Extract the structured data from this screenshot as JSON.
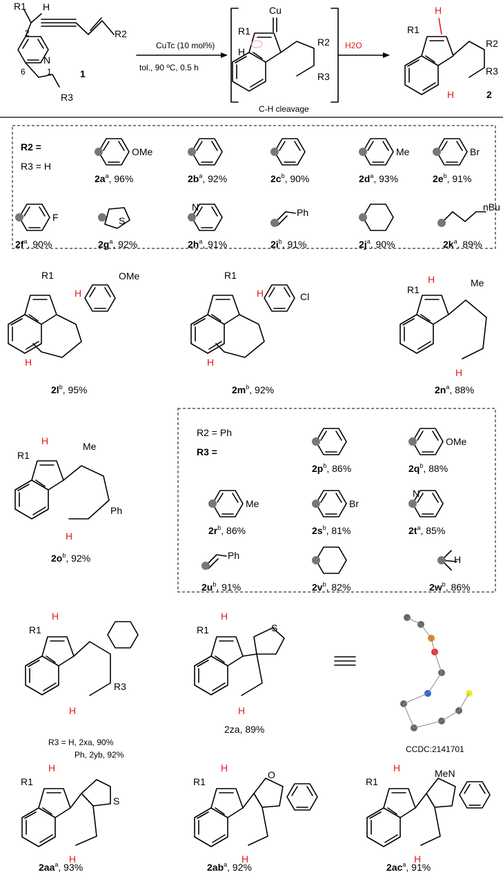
{
  "scheme": {
    "reagent_top": "CuTc (10 mol%)",
    "reagent_bottom": "tol., 90 ºC, 0.5 h",
    "intermediate_caption": "C-H cleavage",
    "step2_reagent": "H2O",
    "compound_1": "1",
    "compound_2": "2",
    "atom_labels": {
      "cu": "Cu",
      "r1": "R1",
      "r2": "R2",
      "r3": "R3",
      "h": "H",
      "n": "N",
      "pos2": "2",
      "pos1": "1",
      "pos6": "6"
    }
  },
  "r2_scope": {
    "header_r2": "R2 =",
    "header_r3": "R3 = H",
    "items": [
      {
        "id": "2a",
        "sup": "a",
        "yield": "96%",
        "sub": "OMe"
      },
      {
        "id": "2b",
        "sup": "a",
        "yield": "92%",
        "sub": ""
      },
      {
        "id": "2c",
        "sup": "b",
        "yield": "90%",
        "sub": ""
      },
      {
        "id": "2d",
        "sup": "a",
        "yield": "93%",
        "sub": "Me"
      },
      {
        "id": "2e",
        "sup": "b",
        "yield": "91%",
        "sub": "Br"
      },
      {
        "id": "2f",
        "sup": "a",
        "yield": "90%",
        "sub": "F"
      },
      {
        "id": "2g",
        "sup": "a",
        "yield": "92%",
        "sub": "S"
      },
      {
        "id": "2h",
        "sup": "a",
        "yield": "91%",
        "sub": "N"
      },
      {
        "id": "2i",
        "sup": "b",
        "yield": "91%",
        "sub": "Ph"
      },
      {
        "id": "2j",
        "sup": "a",
        "yield": "90%",
        "sub": ""
      },
      {
        "id": "2k",
        "sup": "a",
        "yield": "89%",
        "sub": "nBu"
      }
    ]
  },
  "products_row3": [
    {
      "id": "2l",
      "sup": "b",
      "yield": "95%",
      "sub": "OMe"
    },
    {
      "id": "2m",
      "sup": "b",
      "yield": "92%",
      "sub": "Cl"
    },
    {
      "id": "2n",
      "sup": "a",
      "yield": "88%",
      "sub": "Me"
    }
  ],
  "product_2o": {
    "id": "2o",
    "sup": "b",
    "yield": "92%",
    "me": "Me",
    "ph": "Ph"
  },
  "r3_scope": {
    "header_r2": "R2 = Ph",
    "header_r3": "R3 =",
    "items": [
      {
        "id": "2p",
        "sup": "b",
        "yield": "86%",
        "sub": ""
      },
      {
        "id": "2q",
        "sup": "b",
        "yield": "88%",
        "sub": "OMe"
      },
      {
        "id": "2r",
        "sup": "b",
        "yield": "86%",
        "sub": "Me"
      },
      {
        "id": "2s",
        "sup": "b",
        "yield": "81%",
        "sub": "Br"
      },
      {
        "id": "2t",
        "sup": "a",
        "yield": "85%",
        "sub": "N"
      },
      {
        "id": "2u",
        "sup": "b",
        "yield": "91%",
        "sub": "Ph"
      },
      {
        "id": "2v",
        "sup": "b",
        "yield": "82%",
        "sub": ""
      },
      {
        "id": "2w",
        "sup": "b",
        "yield": "86%",
        "sub": "H"
      }
    ]
  },
  "row5": {
    "xy_line1": "R3 = H, 2xa, 90%",
    "xy_line2": "Ph, 2yb, 92%",
    "z_label": "2za, 89%",
    "ccdc": "CCDC:2141701",
    "thiophene_s": "S"
  },
  "row6": [
    {
      "id": "2aa",
      "sup": "a",
      "yield": "93%",
      "hetero": "S"
    },
    {
      "id": "2ab",
      "sup": "a",
      "yield": "92%",
      "hetero": "O"
    },
    {
      "id": "2ac",
      "sup": "a",
      "yield": "91%",
      "hetero": "MeN"
    }
  ],
  "colors": {
    "accent_h": "#e31a1a",
    "dot": "#777777"
  }
}
